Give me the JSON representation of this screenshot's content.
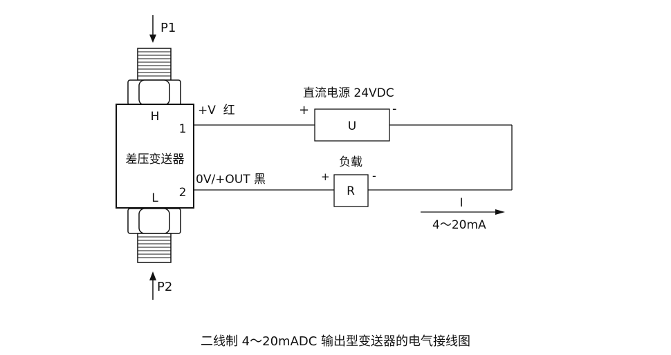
{
  "pressure_top": "P1",
  "pressure_bottom": "P2",
  "transmitter": {
    "name": "差压变送器",
    "high_port": "H",
    "low_port": "L",
    "terminal_1": "1",
    "terminal_2": "2"
  },
  "wires": {
    "positive": "+V  红",
    "output": "0V/+OUT 黑"
  },
  "power_supply": {
    "title": "直流电源 24VDC",
    "symbol": "U",
    "plus": "+",
    "minus": "-"
  },
  "load": {
    "title": "负载",
    "symbol": "R",
    "plus": "+",
    "minus": "-"
  },
  "current": {
    "symbol": "I",
    "range": "4～20mA"
  },
  "caption": "二线制 4～20mADC 输出型变送器的电气接线图"
}
